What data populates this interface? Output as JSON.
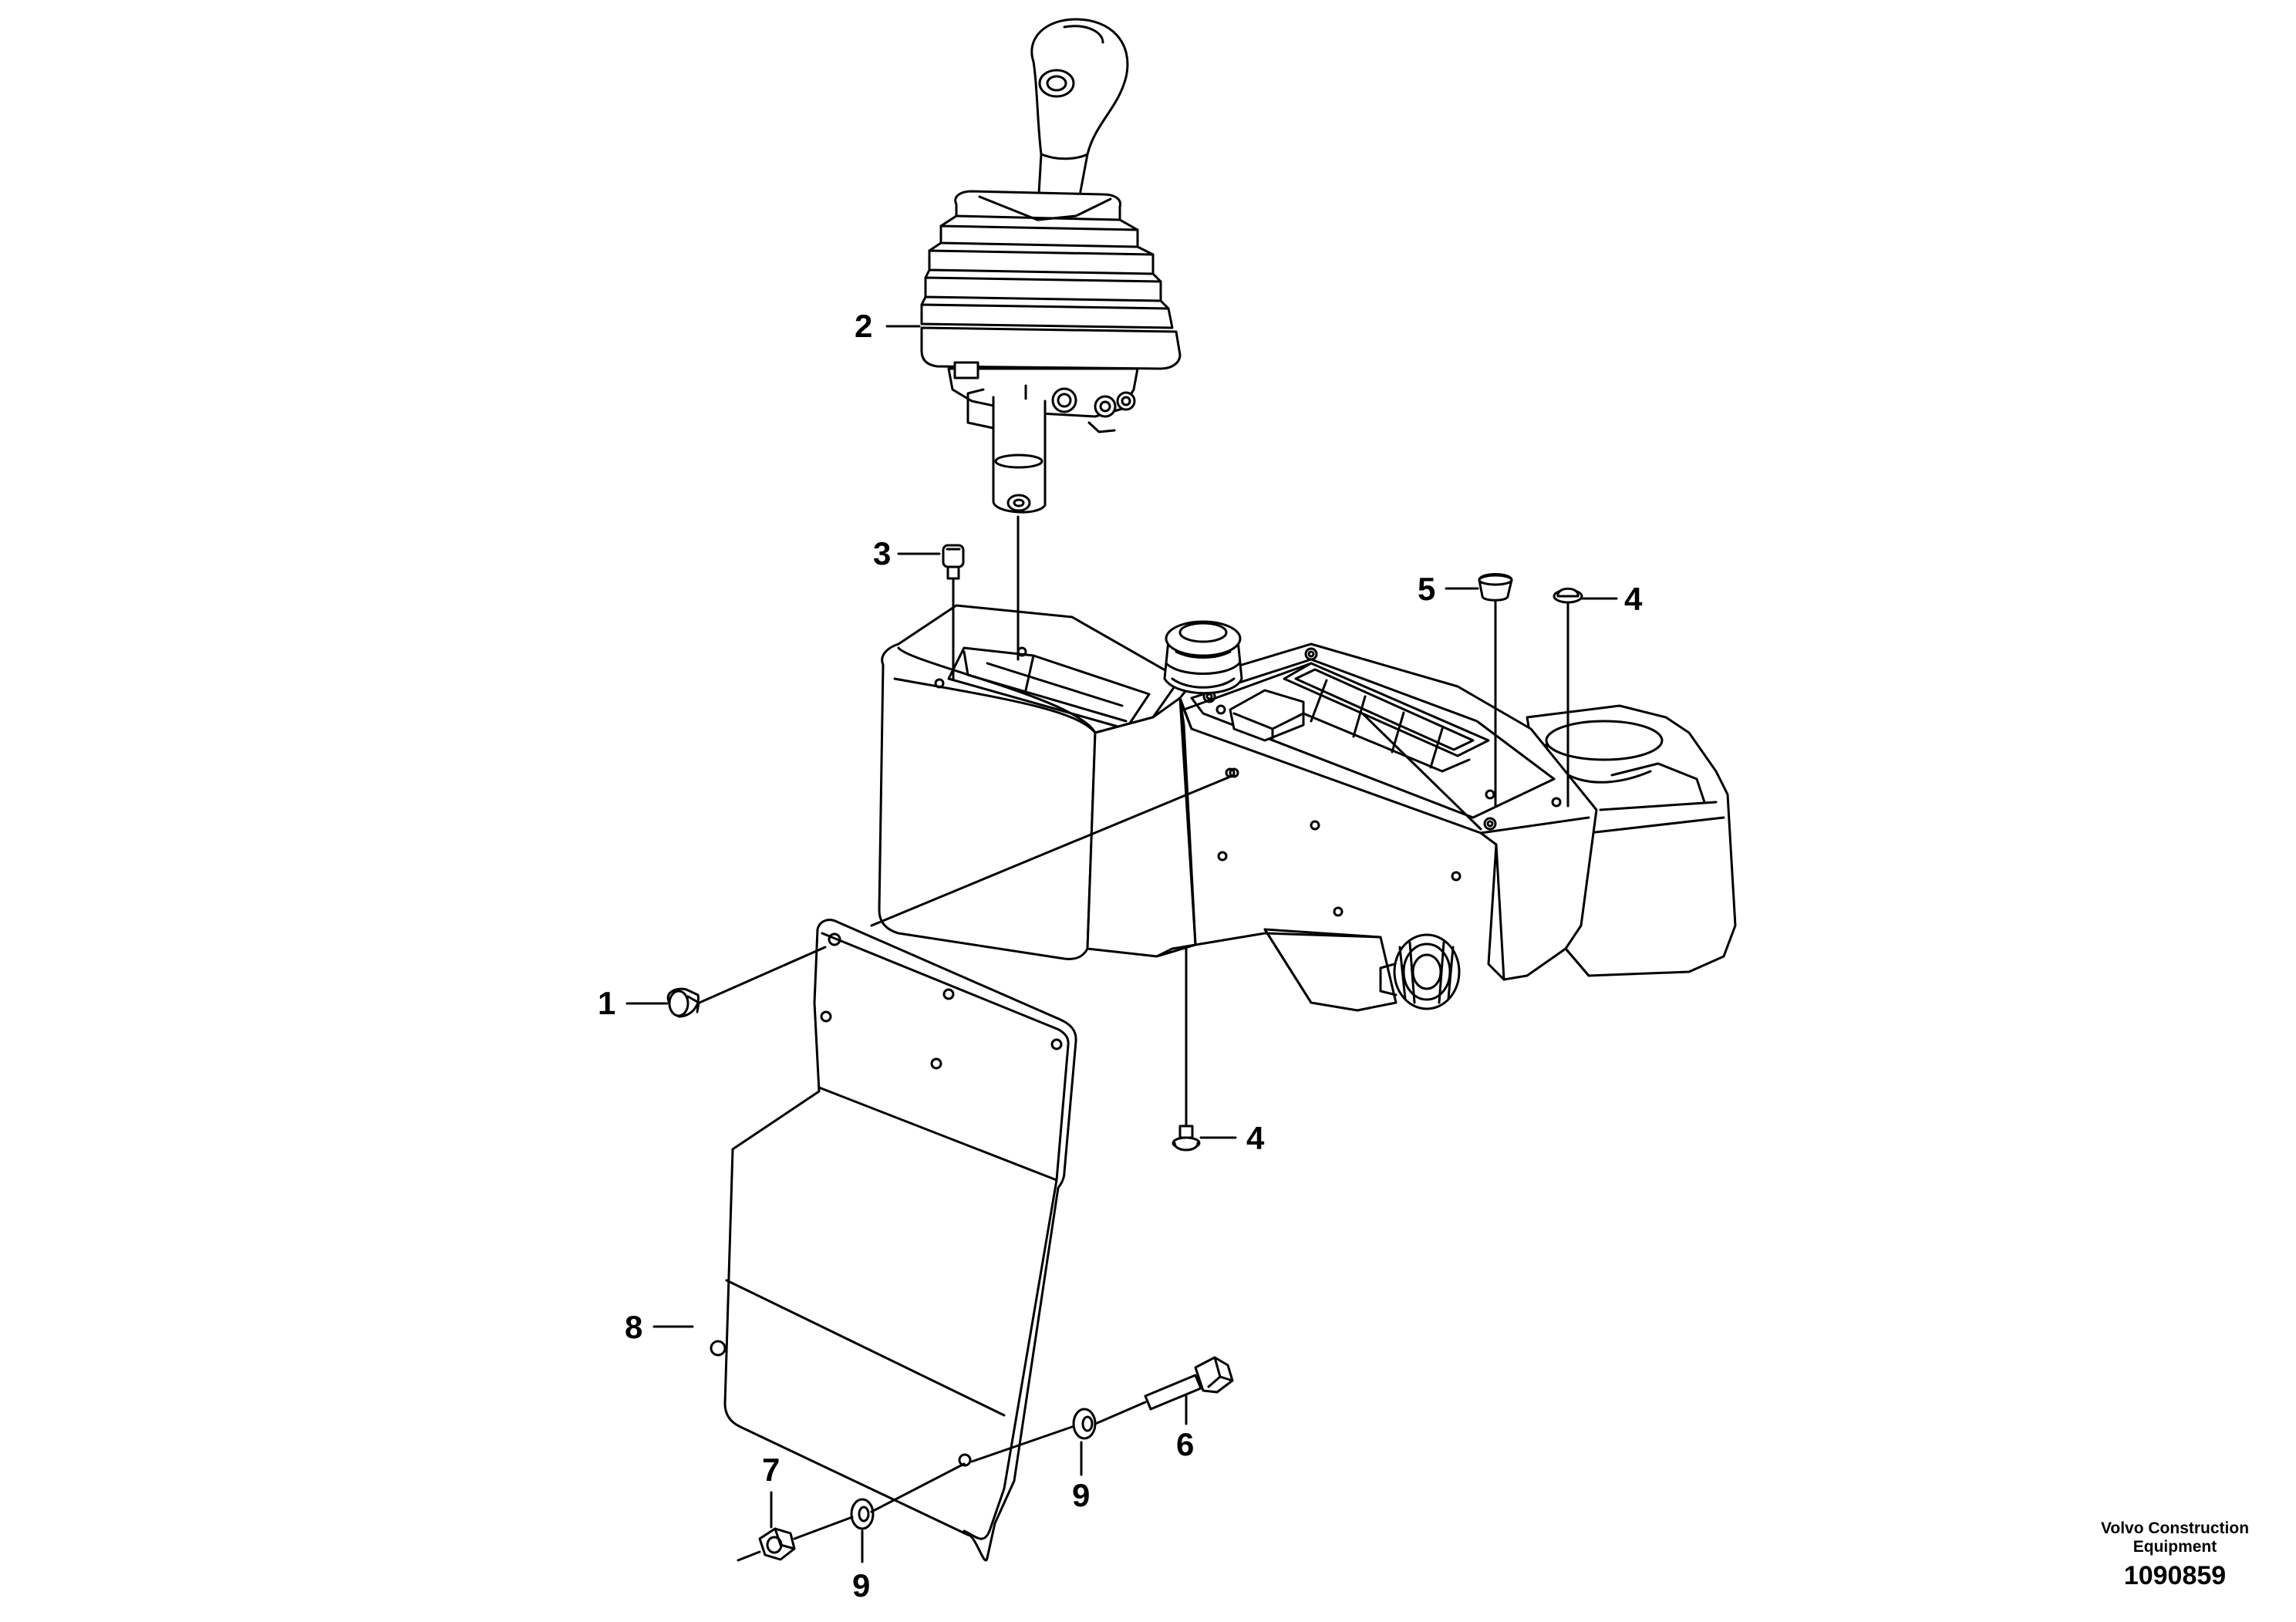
{
  "callouts": {
    "c1": "1",
    "c2": "2",
    "c3": "3",
    "c4a": "4",
    "c4b": "4",
    "c5": "5",
    "c6": "6",
    "c7": "7",
    "c8": "8",
    "c9a": "9",
    "c9b": "9"
  },
  "credit": {
    "line1": "Volvo Construction",
    "line2": "Equipment",
    "number": "1090859"
  },
  "colors": {
    "stroke": "#000000",
    "fill": "#ffffff"
  }
}
